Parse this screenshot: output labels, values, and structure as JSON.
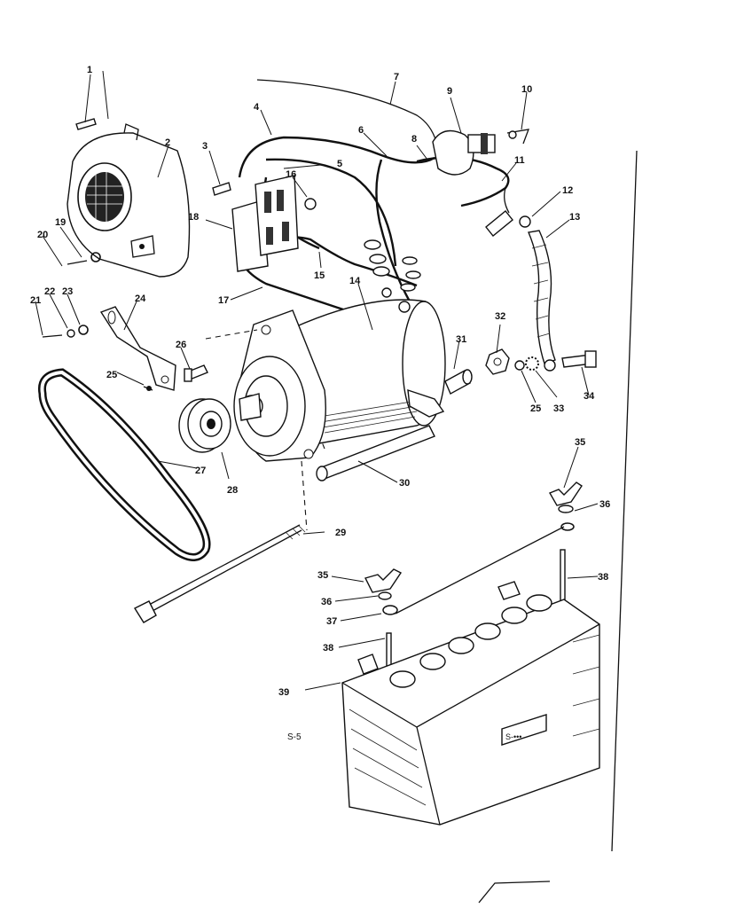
{
  "diagram": {
    "sheet_code": "S-5",
    "battery_label": "S-•••",
    "callouts": {
      "c1": "1",
      "c2": "2",
      "c3": "3",
      "c4": "4",
      "c5": "5",
      "c6": "6",
      "c7": "7",
      "c8": "8",
      "c9": "9",
      "c10": "10",
      "c11": "11",
      "c12": "12",
      "c13": "13",
      "c14": "14",
      "c15": "15",
      "c16": "16",
      "c17": "17",
      "c18": "18",
      "c19": "19",
      "c20": "20",
      "c21": "21",
      "c22": "22",
      "c23": "23",
      "c24": "24",
      "c25a": "25",
      "c25b": "25",
      "c26": "26",
      "c27": "27",
      "c28": "28",
      "c29": "29",
      "c30": "30",
      "c31": "31",
      "c32": "32",
      "c33": "33",
      "c34": "34",
      "c35a": "35",
      "c35b": "35",
      "c36a": "36",
      "c36b": "36",
      "c37": "37",
      "c38a": "38",
      "c38b": "38",
      "c39": "39"
    }
  }
}
